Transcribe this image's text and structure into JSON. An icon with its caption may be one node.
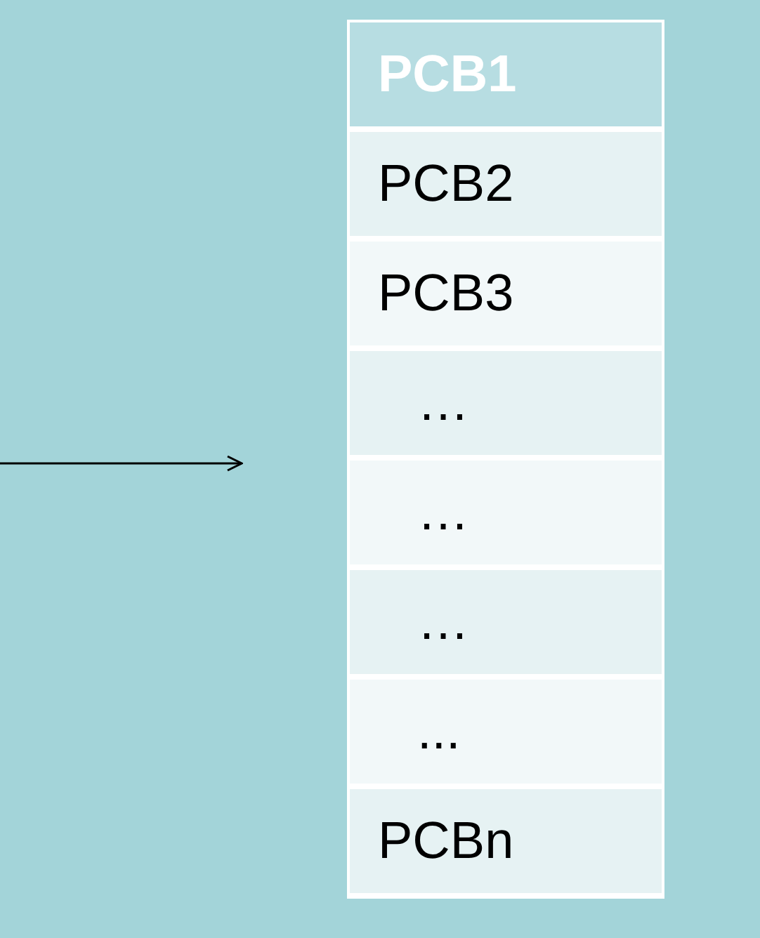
{
  "diagram": {
    "nodes": [
      {
        "text": [
          "PCB1"
        ]
      },
      {
        "text": [
          "PCB2"
        ]
      },
      {
        "text": [
          "PCB3"
        ]
      },
      {
        "text": [
          "…"
        ]
      },
      {
        "text": [
          "…"
        ]
      },
      {
        "text": [
          "…"
        ]
      },
      {
        "text": [
          "..."
        ]
      },
      {
        "text": [
          "PCBn"
        ]
      }
    ]
  }
}
